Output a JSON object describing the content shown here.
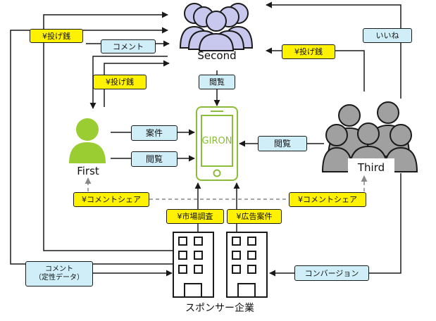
{
  "nodes": {
    "second": "Second",
    "first": "First",
    "third": "Third",
    "app": "GIRON",
    "sponsor": "スポンサー企業"
  },
  "labels": {
    "tip_second_left": "¥投げ銭",
    "comment_first_to_second": "コメント",
    "tip_first_to_second": "¥投げ銭",
    "view_second": "閲覧",
    "tip_third_to_second": "¥投げ銭",
    "like_third": "いいね",
    "case_first": "案件",
    "view_first": "閲覧",
    "view_third": "閲覧",
    "comment_share_first": "¥コメントシェア",
    "comment_share_third": "¥コメントシェア",
    "market_research": "¥市場調査",
    "ad_case": "¥広告案件",
    "comment_quant_line1": "コメント",
    "comment_quant_line2": "（定性データ）",
    "conversion": "コンバージョン"
  },
  "colors": {
    "people_fill": "#c8c8ee",
    "first_fill": "#9acd32",
    "third_fill": "#a0a0a0",
    "phone_stroke": "#8dbb3a",
    "phone_text": "#8dbb3a",
    "yellow_tag": "#fff200",
    "blue_tag": "#cfeef8",
    "line": "#1a1a1a",
    "dashed": "#888888"
  }
}
